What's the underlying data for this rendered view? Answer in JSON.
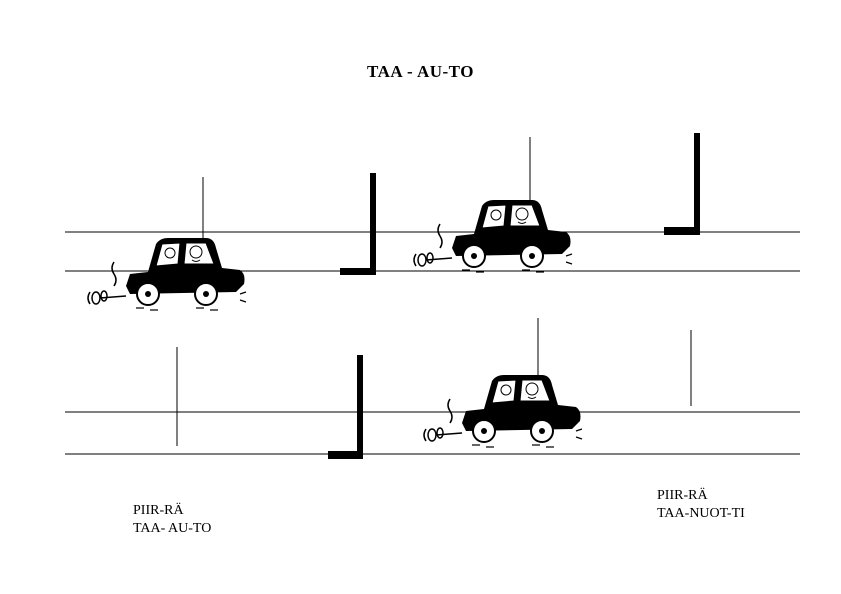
{
  "title": "TAA - AU-TO",
  "captions": {
    "left": {
      "line1": "PIIR-RÄ",
      "line2": "TAA- AU-TO"
    },
    "right": {
      "line1": "PIIR-RÄ",
      "line2": "TAA-NUOT-TI"
    }
  },
  "colors": {
    "ink": "#000000",
    "paper": "#ffffff"
  },
  "icons": [
    "car-icon",
    "quarter-note-icon",
    "rest-icon"
  ]
}
